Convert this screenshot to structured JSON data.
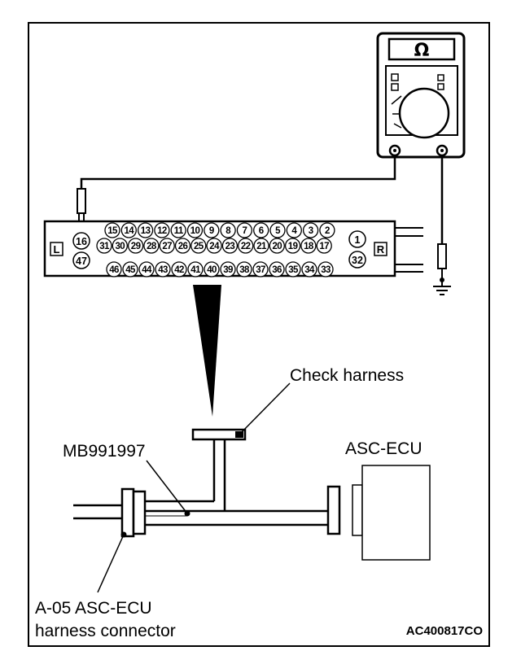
{
  "labels": {
    "check_harness": "Check harness",
    "mb_tool": "MB991997",
    "asc_ecu": "ASC-ECU",
    "connector_line1": "A-05 ASC-ECU",
    "connector_line2": "harness connector",
    "figure_code": "AC400817CO"
  },
  "multimeter": {
    "mode_symbol": "Ω"
  },
  "connector": {
    "side_left": "L",
    "side_right": "R",
    "probe_pin": "16",
    "pin_47": "47",
    "pin_1": "1",
    "pin_32": "32",
    "top_row": [
      "15",
      "14",
      "13",
      "12",
      "11",
      "10",
      "9",
      "8",
      "7",
      "6",
      "5",
      "4",
      "3",
      "2"
    ],
    "middle_row": [
      "31",
      "30",
      "29",
      "28",
      "27",
      "26",
      "25",
      "24",
      "23",
      "22",
      "21",
      "20",
      "19",
      "18",
      "17"
    ],
    "bottom_row": [
      "46",
      "45",
      "44",
      "43",
      "42",
      "41",
      "40",
      "39",
      "38",
      "37",
      "36",
      "35",
      "34",
      "33"
    ]
  }
}
